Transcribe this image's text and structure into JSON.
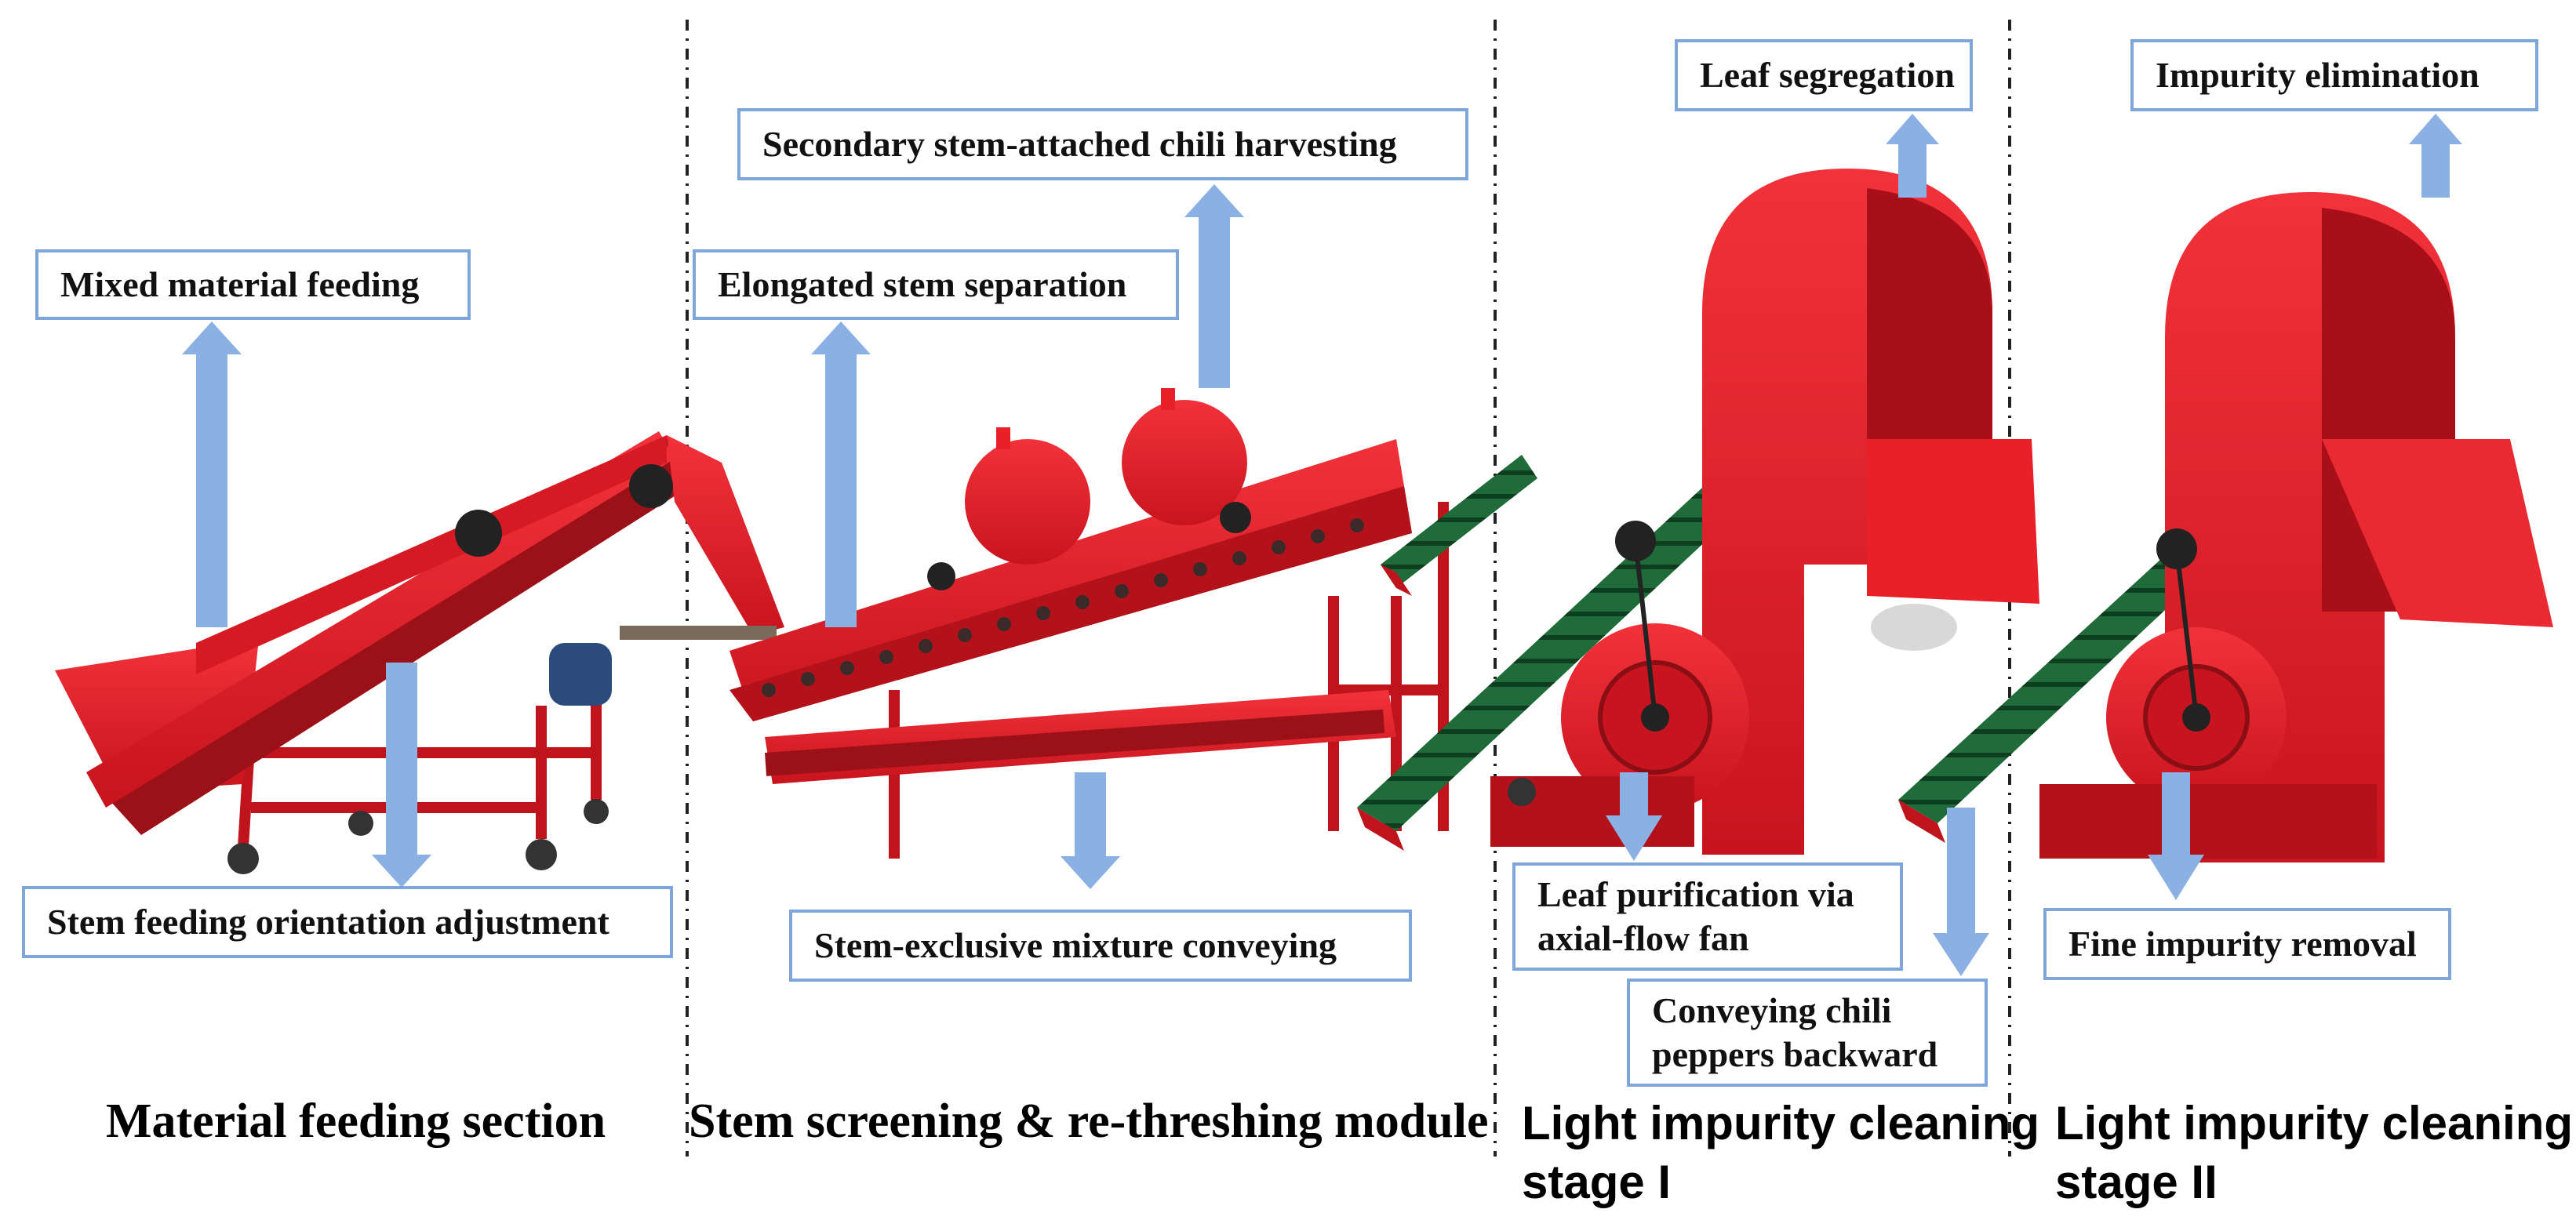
{
  "labels": {
    "mixed_feeding": "Mixed material feeding",
    "stem_orientation": "Stem feeding orientation adjustment",
    "elongated_stem": "Elongated stem separation",
    "secondary_harvest": "Secondary stem-attached chili harvesting",
    "stem_mixture": "Stem-exclusive mixture conveying",
    "leaf_segregation": "Leaf segregation",
    "leaf_purification_l1": "Leaf purification via",
    "leaf_purification_l2": "axial-flow fan",
    "conveying_back_l1": "Conveying chili",
    "conveying_back_l2": "peppers backward",
    "impurity_elimination": "Impurity elimination",
    "fine_impurity": "Fine impurity removal"
  },
  "sections": {
    "feeding": "Material feeding section",
    "screening": "Stem screening & re-threshing module",
    "stage1_l1": "Light impurity cleaning",
    "stage1_l2": "stage I",
    "stage2_l1": "Light impurity cleaning",
    "stage2_l2": "stage II"
  },
  "colors": {
    "machine_red": "#e8202a",
    "machine_dark_red": "#b0141c",
    "belt_green": "#1f6b3a",
    "arrow_blue": "#8ab0e4",
    "box_border": "#7fa6da"
  }
}
